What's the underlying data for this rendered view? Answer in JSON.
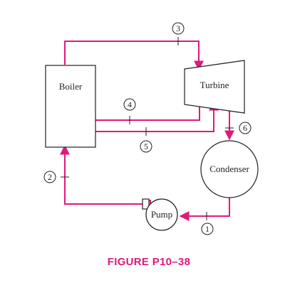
{
  "components": {
    "boiler": "Boiler",
    "turbine": "Turbine",
    "condenser": "Condenser",
    "pump": "Pump"
  },
  "states": [
    "1",
    "2",
    "3",
    "4",
    "5",
    "6"
  ],
  "caption": "FIGURE P10–38",
  "colors": {
    "pipe": "#e0197d",
    "outline": "#231f20",
    "caption": "#e0197d"
  }
}
